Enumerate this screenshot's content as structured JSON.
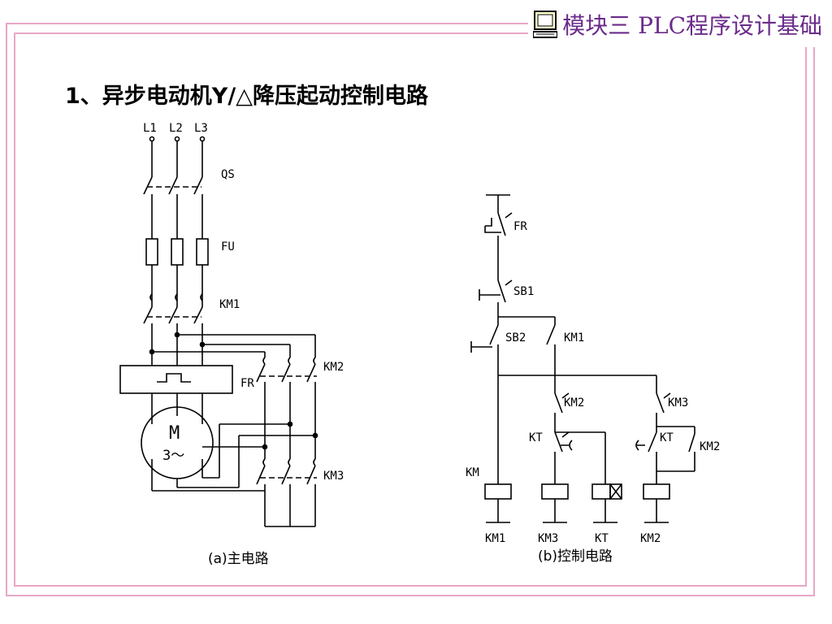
{
  "header": {
    "module_title": "模块三 PLC程序设计基础",
    "icon": "computer-icon"
  },
  "slide": {
    "title": "1、异步电动机Y/△降压起动控制电路"
  },
  "main_circuit": {
    "phase_labels": [
      "L1",
      "L2",
      "L3"
    ],
    "qs_label": "QS",
    "fu_label": "FU",
    "km1_label": "KM1",
    "km2_label": "KM2",
    "fr_label": "FR",
    "km3_label": "KM3",
    "motor_letter": "M",
    "motor_phase": "3～",
    "caption": "(a)主电路"
  },
  "control_circuit": {
    "fr_label": "FR",
    "sb1_label": "SB1",
    "sb2_label": "SB2",
    "km1_contact_label": "KM1",
    "km2_contact_label": "KM2",
    "km3_contact_label": "KM3",
    "kt_label_1": "KT",
    "kt_label_2": "KT",
    "km2_hold_label": "KM2",
    "km_left_label": "KM",
    "coil_labels": [
      "KM1",
      "KM3",
      "KT",
      "KM2"
    ],
    "caption": "(b)控制电路"
  }
}
